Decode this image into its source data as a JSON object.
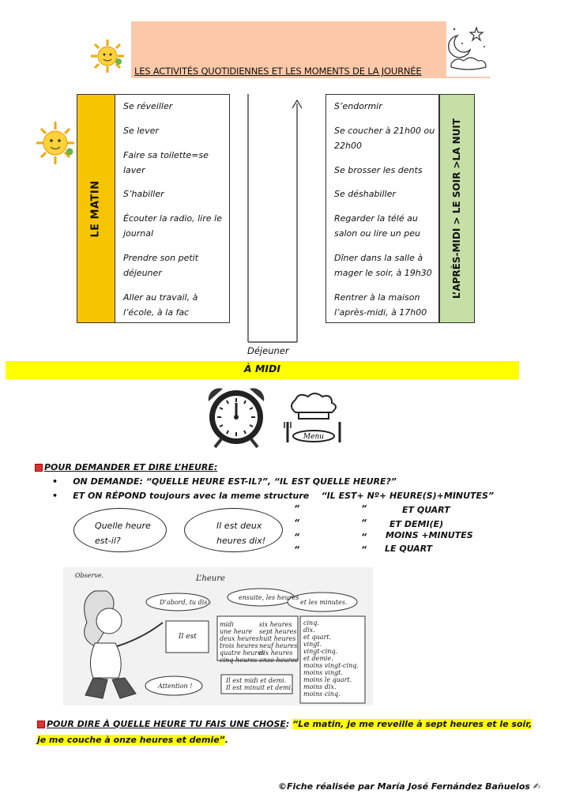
{
  "header": {
    "title": "LES ACTIVITÉS QUOTIDIENNES ET LES MOMENTS DE LA JOURNÉE"
  },
  "morning": {
    "label": "LE MATIN",
    "activities": [
      "Se réveiller",
      "Se lever",
      "Faire sa toilette=se laver",
      "S’habiller",
      "Écouter la radio, lire le journal",
      "Prendre son petit déjeuner",
      "Aller au travail, à l’école, à la fac"
    ]
  },
  "evening": {
    "label": "L’APRÈS-MIDI  > LE SOIR >LA NUIT",
    "activities": [
      "S’endormir",
      "Se coucher à 21h00 ou 22h00",
      "Se brosser les dents",
      "Se déshabiller",
      "Regarder la télé au salon ou lire un peu",
      "Dîner dans la salle à mager le soir, à 19h30",
      "Rentrer à la maison l’après-midi, à 17h00"
    ]
  },
  "midi": {
    "dejeuner": "Déjeuner",
    "label": "À MIDI",
    "menu_text": "Menu"
  },
  "heure_section": {
    "heading": "POUR DEMANDER ET DIRE L’HEURE",
    "bullet1": "ON DEMANDE: “QUELLE HEURE EST-IL?”, “IL EST QUELLE HEURE?”",
    "bullet2_a": "ET ON RÉPOND toujours avec la meme structure",
    "bullet2_b": "“IL EST+ Nº+ HEURE(S)+MINUTES”",
    "quote": "“",
    "rows": [
      "ET QUART",
      "ET DEMI(E)",
      "MOINS +MINUTES",
      "LE QUART"
    ],
    "bubble_left": "Quelle heure est-il?",
    "bubble_right": "Il est deux heures dix!"
  },
  "observe": {
    "observe": "Observe.",
    "title": "L’heure",
    "b1": "D’abord, tu dis :",
    "b2": "ensuite, les heures",
    "b3": "et les minutes.",
    "il_est": "Il est",
    "hours_a": "midi\nune heure\ndeux heures\ntrois heures\nquatre heures\ncinq heures",
    "hours_b": "six heures\nsept heures\nhuit heures\nneuf heures\ndix heures\nonze heures",
    "minutes": "cinq.\ndix.\net quart.\nvingt.\nvingt-cinq.\net demie.\nmoins vingt-cinq.\nmoins vingt.\nmoins le quart.\nmoins dix.\nmoins cinq.",
    "attention": "Attention !",
    "note": "Il est midi et demi.\nIl est minuit et demi."
  },
  "final": {
    "heading": "POUR DIRE À QUELLE HEURE TU FAIS UNE CHOSE",
    "sep": ":",
    "example": "“Le matin, je me reveille à sept heures et le soir, je me couche à onze heures et demie”",
    "end": "."
  },
  "credit": "©Fiche réalisée par María José Fernández Bañuelos",
  "colors": {
    "header_band": "#fbc9a9",
    "matin_bar": "#f7c500",
    "soir_bar": "#c6dfa6",
    "midi_band": "#ffff00"
  },
  "icons": [
    "sun-icon",
    "moon-icon",
    "alarm-clock-icon",
    "chef-hat-icon"
  ]
}
